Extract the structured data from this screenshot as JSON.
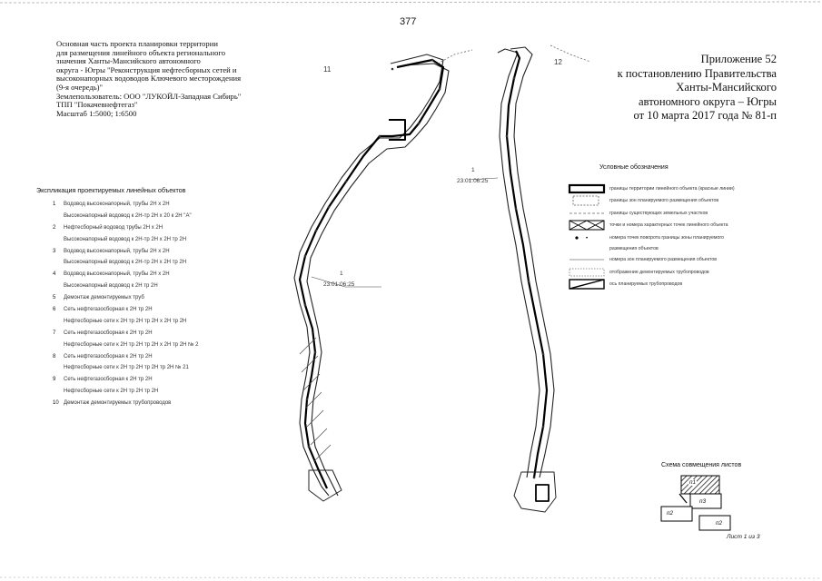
{
  "page_number": "377",
  "header_lines": [
    "Основная часть проекта планировки территории",
    "для размещения линейного объекта регионального",
    "значения Ханты-Мансийского автономного",
    "округа - Югры \"Реконструкция нефтесборных сетей и",
    "высоконапорных водоводов Ключевого месторождения",
    "(9-я очередь)\"",
    "Землепользователь: ООО \"ЛУКОЙЛ-Западная Сибирь\"",
    "ТПП \"Покачевнефтегаз\"",
    "Масштаб 1:5000; 1:6500"
  ],
  "appendix_lines": [
    "Приложение 52",
    "к постановлению Правительства",
    "Ханты-Мансийского",
    "автономного округа – Югры",
    "от 10 марта 2017 года № 81-п"
  ],
  "legend_title": "Экспликация проектируемых линейных объектов",
  "legend_items": [
    {
      "num": "1",
      "lines": [
        "Водовод высоконапорный, трубы 2Н х 2Н",
        "Высоконапорный водовод к 2Н-тр 2Н х 20 к 2Н \"А\""
      ]
    },
    {
      "num": "2",
      "lines": [
        "Нефтесборный водовод трубы 2Н х 2Н",
        "Высоконапорный водовод к 2Н-тр 2Н х 2Н тр 2Н"
      ]
    },
    {
      "num": "3",
      "lines": [
        "Водовод высоконапорный, трубы 2Н х 2Н",
        "Высоконапорный водовод к 2Н-тр 2Н х 2Н тр 2Н"
      ]
    },
    {
      "num": "4",
      "lines": [
        "Водовод высоконапорный, трубы 2Н х 2Н",
        "Высоконапорный водовод к 2Н тр 2Н"
      ]
    },
    {
      "num": "5",
      "lines": [
        "Демонтаж демонтируемых труб"
      ]
    },
    {
      "num": "6",
      "lines": [
        "Сеть нефтегазосборная к 2Н тр 2Н",
        "Нефтесборные сети к 2Н тр 2Н тр 2Н х 2Н тр 2Н"
      ]
    },
    {
      "num": "7",
      "lines": [
        "Сеть нефтегазосборная к 2Н тр 2Н",
        "Нефтесборные сети к 2Н тр 2Н тр 2Н х 2Н тр 2Н № 2"
      ]
    },
    {
      "num": "8",
      "lines": [
        "Сеть нефтегазосборная к 2Н тр 2Н",
        "Нефтесборные сети к 2Н тр 2Н тр 2Н тр 2Н № 21"
      ]
    },
    {
      "num": "9",
      "lines": [
        "Сеть нефтегазосборная к 2Н тр 2Н",
        "Нефтесборные сети к 2Н тр 2Н тр 2Н"
      ]
    },
    {
      "num": "10",
      "lines": [
        "Демонтаж демонтируемых трубопроводов"
      ]
    }
  ],
  "conventions_title": "Условные обозначения",
  "conventions": [
    "границы территории линейного объекта (красные линии)",
    "границы зон планируемого размещения объектов",
    "границы существующих земельных участков",
    "точки и номера характерных точек линейного объекта",
    "номера точек поворота границы зоны планируемого",
    "размещения объектов",
    "номера зон планируемого размещения объектов",
    "отображение демонтируемых трубопроводов",
    "ось планируемых трубопроводов"
  ],
  "map_labels": {
    "n11": "11",
    "n12": "12",
    "n1_left": "1",
    "code_left": "23:01:06:25",
    "n1_right": "1",
    "code_right": "23:01:06:25"
  },
  "scheme_title": "Схема совмещения листов",
  "scheme_labels": [
    "п1",
    "п3",
    "п2",
    "п2"
  ],
  "sheet_label": "Лист 1 из 3"
}
